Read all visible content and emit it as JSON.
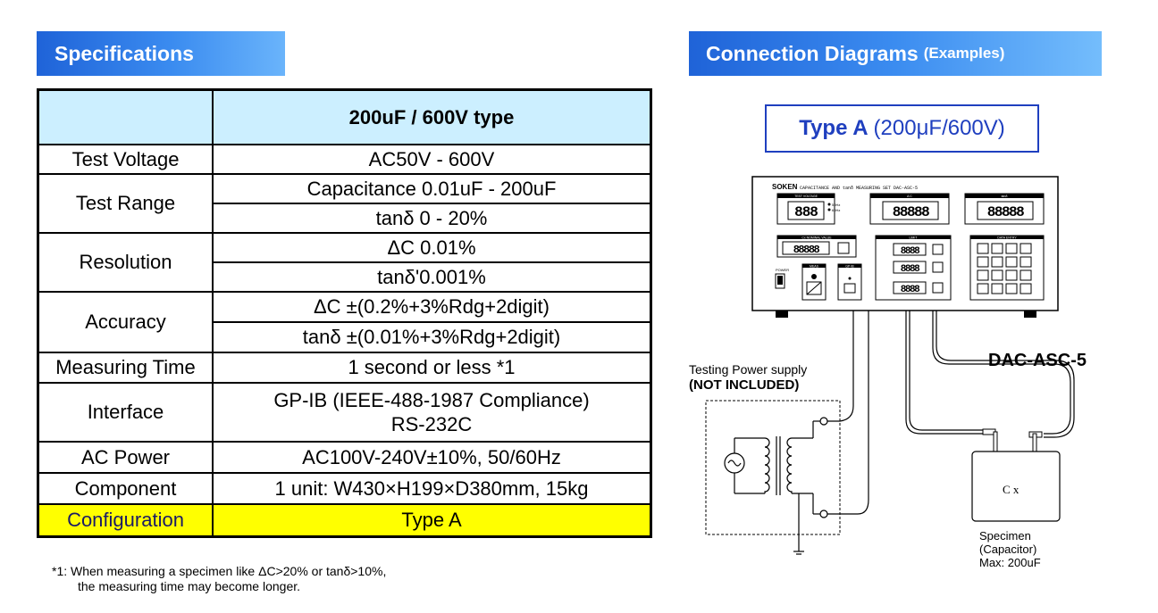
{
  "specifications": {
    "header": "Specifications",
    "table": {
      "column_header": "200uF / 600V type",
      "rows": {
        "test_voltage": {
          "label": "Test Voltage",
          "value": "AC50V - 600V"
        },
        "test_range": {
          "label": "Test Range",
          "values": [
            "Capacitance 0.01uF - 200uF",
            "tanδ 0 - 20%"
          ]
        },
        "resolution": {
          "label": "Resolution",
          "values": [
            "ΔC 0.01%",
            "tanδ'0.001%"
          ]
        },
        "accuracy": {
          "label": "Accuracy",
          "values": [
            "ΔC ±(0.2%+3%Rdg+2digit)",
            "tanδ ±(0.01%+3%Rdg+2digit)"
          ]
        },
        "measuring_time": {
          "label": "Measuring Time",
          "value": "1 second or less *1"
        },
        "interface": {
          "label": "Interface",
          "values": [
            "GP-IB (IEEE-488-1987 Compliance)",
            "RS-232C"
          ]
        },
        "ac_power": {
          "label": "AC Power",
          "value": "AC100V-240V±10%, 50/60Hz"
        },
        "component": {
          "label": "Component",
          "value": "1 unit: W430×H199×D380mm, 15kg"
        },
        "configuration": {
          "label": "Configuration",
          "value": "Type A"
        }
      }
    },
    "footnote": {
      "line1": "*1: When measuring a specimen like ΔC>20% or tanδ>10%,",
      "line2": "the measuring time may become longer."
    }
  },
  "connection": {
    "header": "Connection Diagrams",
    "header_suffix": "(Examples)",
    "type_box": {
      "bold": "Type A",
      "rest": "(200μF/600V)"
    },
    "instrument": {
      "brand": "SOKEN",
      "model_line": "CAPACITANCE AND tanδ MEASURING SET DAC-ASC-5",
      "panels": {
        "test_voltage": "TEST VOLTAGE",
        "delta_c": "Δ C",
        "tan_delta": "tanδ",
        "nominal": "Cx NOMINAL VALUE",
        "limit": "LIMIT",
        "data_entry": "DATA ENTRY",
        "power": "POWER",
        "meas": "MEAS",
        "gpib": "GP-IB"
      },
      "freq_50": "50Hz",
      "freq_60": "60Hz"
    },
    "cable_label": "DAC-ASC-5",
    "power_supply": {
      "line1": "Testing Power supply",
      "line2": "(NOT INCLUDED)"
    },
    "capacitor_label": "C x",
    "specimen": {
      "line1": "Specimen",
      "line2": "(Capacitor)",
      "line3": "Max: 200uF"
    }
  }
}
